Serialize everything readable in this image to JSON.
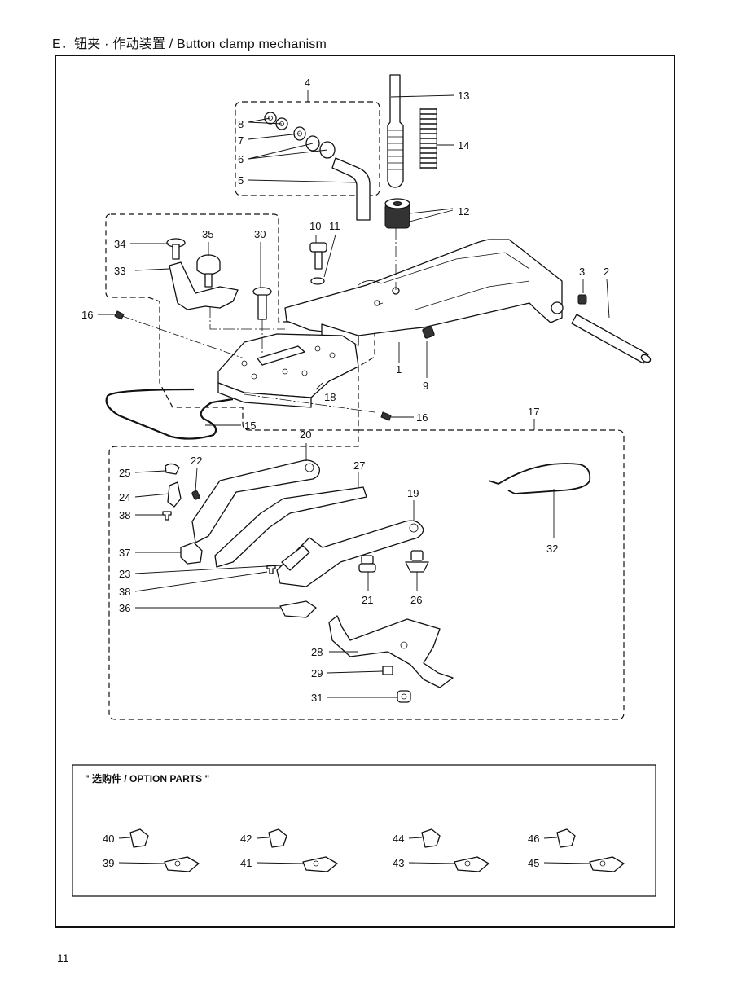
{
  "page": {
    "title": "E．钮夹 · 作动装置 / Button clamp mechanism",
    "page_number": "11"
  },
  "option_box": {
    "title": "\" 选购件 / OPTION PARTS \""
  },
  "callouts": {
    "c1": "1",
    "c2": "2",
    "c3": "3",
    "c4": "4",
    "c5": "5",
    "c6": "6",
    "c7": "7",
    "c8": "8",
    "c9": "9",
    "c10": "10",
    "c11": "11",
    "c12": "12",
    "c13": "13",
    "c14": "14",
    "c15": "15",
    "c16a": "16",
    "c16b": "16",
    "c17": "17",
    "c18": "18",
    "c19": "19",
    "c20": "20",
    "c21": "21",
    "c22": "22",
    "c23": "23",
    "c24": "24",
    "c25": "25",
    "c26": "26",
    "c27": "27",
    "c28": "28",
    "c29": "29",
    "c30": "30",
    "c31": "31",
    "c32": "32",
    "c33": "33",
    "c34": "34",
    "c35": "35",
    "c36": "36",
    "c37": "37",
    "c38a": "38",
    "c38b": "38",
    "c39": "39",
    "c40": "40",
    "c41": "41",
    "c42": "42",
    "c43": "43",
    "c44": "44",
    "c45": "45",
    "c46": "46"
  }
}
